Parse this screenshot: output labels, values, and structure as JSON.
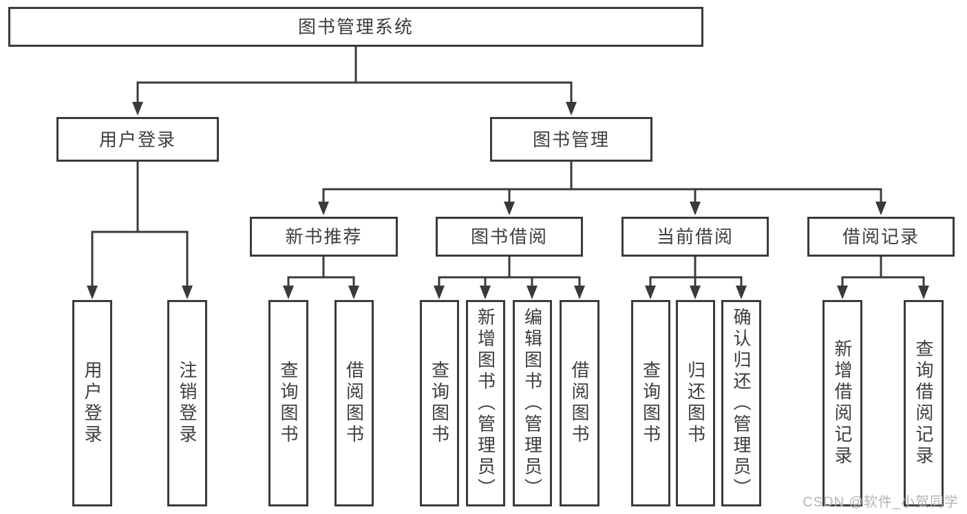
{
  "diagram": {
    "type": "hierarchy-tree",
    "colors": {
      "line": "#3a3a3a",
      "box_border": "#3a3a3a",
      "text": "#3d3d3d",
      "background": "#ffffff",
      "watermark": "#b4b4b4"
    },
    "tree": {
      "label": "图书管理系统",
      "children": [
        {
          "label": "用户登录",
          "children": [
            {
              "label": "用户登录"
            },
            {
              "label": "注销登录"
            }
          ]
        },
        {
          "label": "图书管理",
          "children": [
            {
              "label": "新书推荐",
              "children": [
                {
                  "label": "查询图书"
                },
                {
                  "label": "借阅图书"
                }
              ]
            },
            {
              "label": "图书借阅",
              "children": [
                {
                  "label": "查询图书"
                },
                {
                  "label": "新增图书（管理员）"
                },
                {
                  "label": "编辑图书（管理员）"
                },
                {
                  "label": "借阅图书"
                }
              ]
            },
            {
              "label": "当前借阅",
              "children": [
                {
                  "label": "查询图书"
                },
                {
                  "label": "归还图书"
                },
                {
                  "label": "确认归还（管理员）"
                }
              ]
            },
            {
              "label": "借阅记录",
              "children": [
                {
                  "label": "新增借阅记录"
                },
                {
                  "label": "查询借阅记录"
                }
              ]
            }
          ]
        }
      ]
    },
    "watermark": {
      "text": "CSDN @软件_小贺同学"
    }
  }
}
